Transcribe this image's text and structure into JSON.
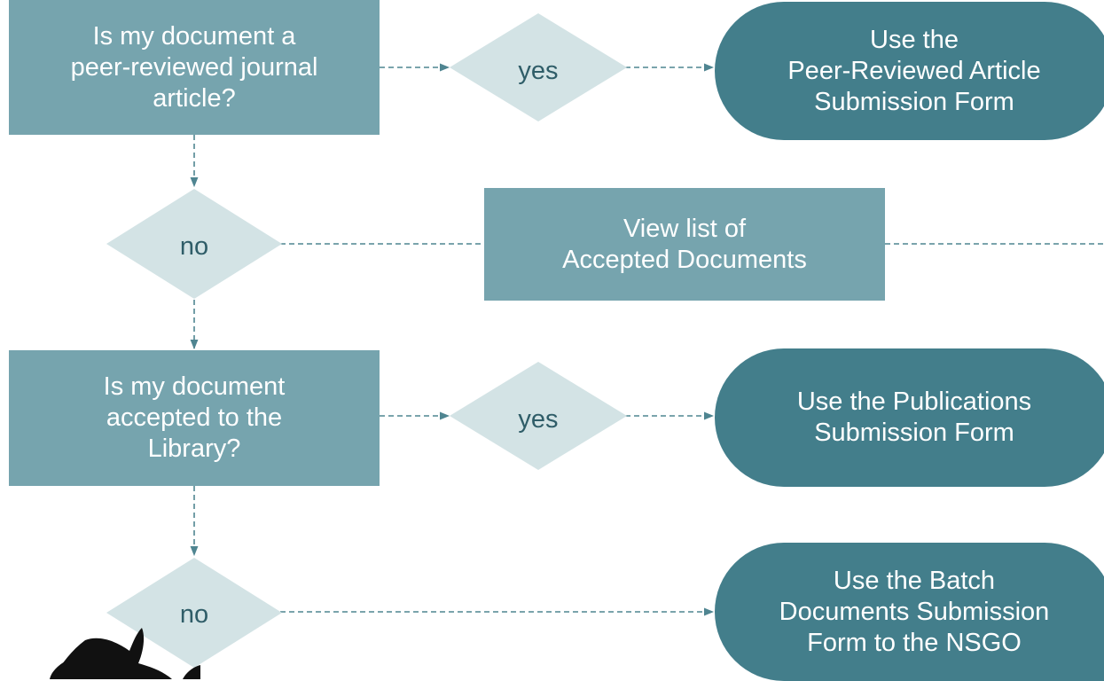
{
  "colors": {
    "box": "#76a4ae",
    "terminal": "#437e8b",
    "diamond": "#d3e3e5",
    "connector": "#4f8591",
    "label_text": "#2f5d68"
  },
  "nodes": {
    "q_peer_reviewed": "Is my document a\npeer-reviewed journal\narticle?",
    "yes_1": "yes",
    "peer_reviewed_form": "Use the\nPeer-Reviewed Article\nSubmission Form",
    "no_1": "no",
    "accepted_documents": "View list of\nAccepted Documents",
    "q_accepted_library": "Is my document\naccepted to the\nLibrary?",
    "yes_2": "yes",
    "publications_form": "Use the Publications\nSubmission Form",
    "no_2": "no",
    "batch_form": "Use the Batch\nDocuments Submission\nForm to the NSGO"
  }
}
